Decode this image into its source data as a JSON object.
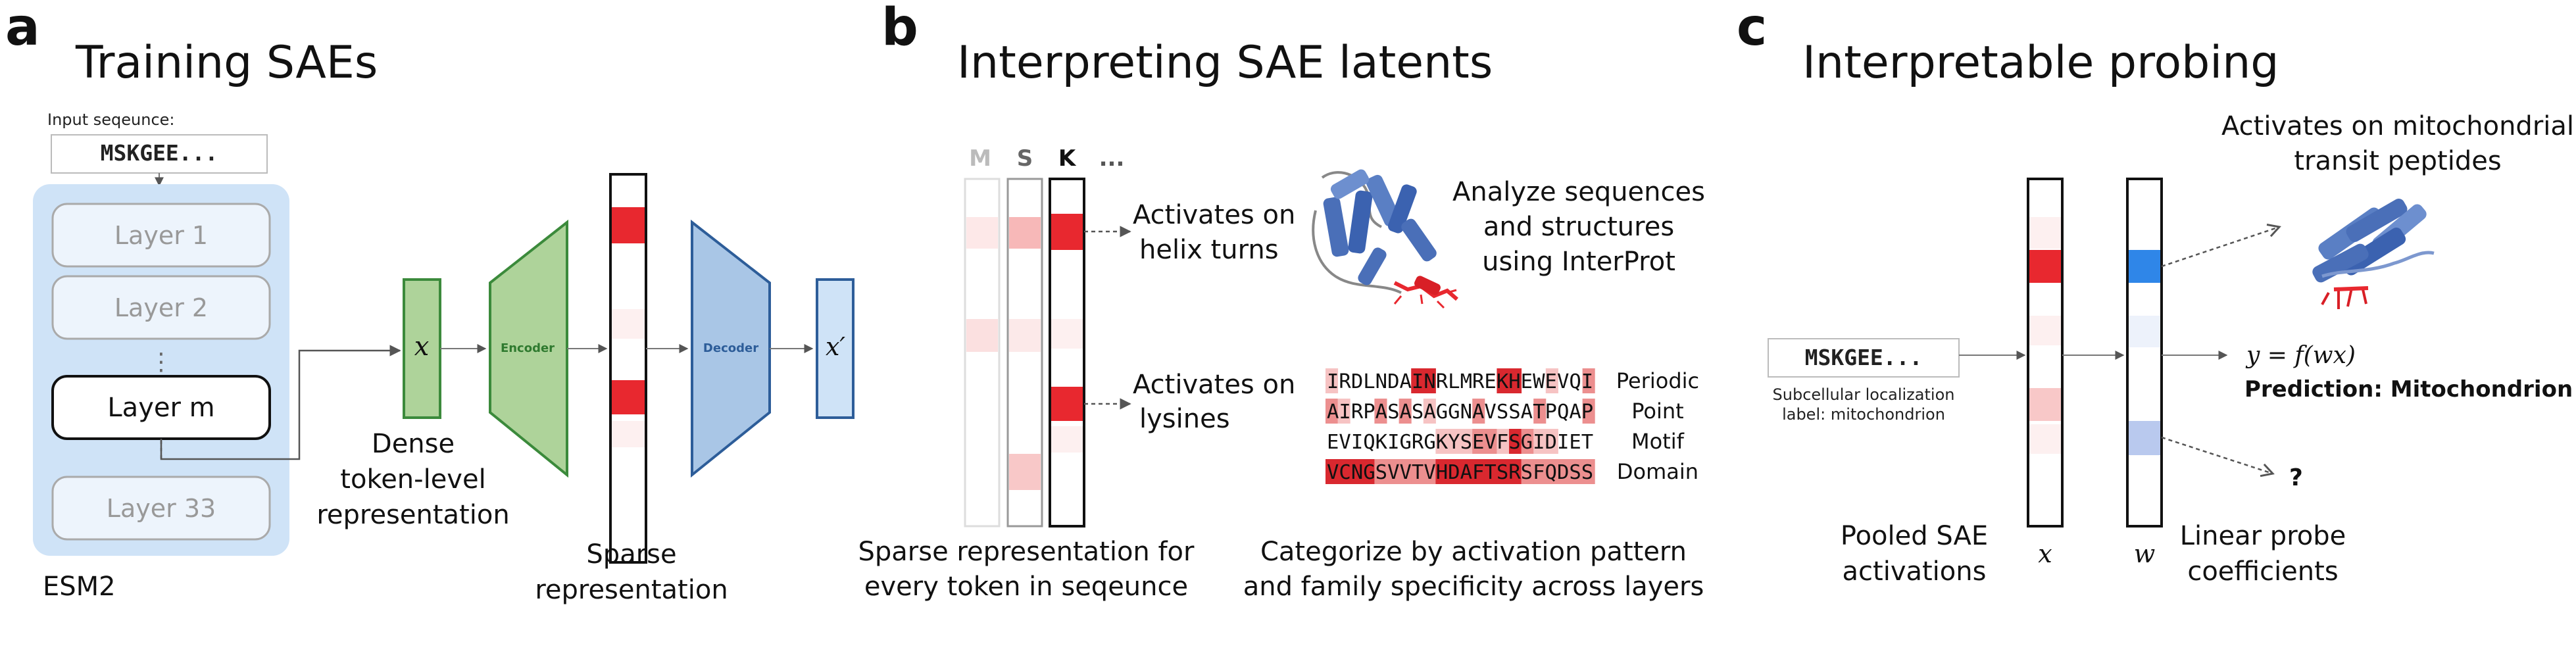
{
  "panel_a": {
    "letter": "a",
    "title": "Training SAEs",
    "input_label": "Input seqeunce:",
    "input_seq": "MSKGEE...",
    "layers": [
      "Layer 1",
      "Layer 2",
      "⋮",
      "Layer m",
      "Layer 33"
    ],
    "model_label": "ESM2",
    "x_symbol": "x",
    "encoder_label": "Encoder",
    "decoder_label": "Decoder",
    "xprime_symbol": "x′",
    "dense_label": [
      "Dense",
      "token-level",
      "representation"
    ],
    "sparse_label": [
      "Sparse",
      "representation"
    ],
    "colors": {
      "model_bg": "#cfe3f7",
      "encoder": "#aed39a",
      "decoder": "#a9c6e6",
      "active": "#e8282f"
    }
  },
  "panel_b": {
    "letter": "b",
    "title": "Interpreting SAE latents",
    "columns": [
      "M",
      "S",
      "K",
      "..."
    ],
    "helix_label": [
      "Activates on",
      "helix turns"
    ],
    "lysine_label": [
      "Activates on",
      "lysines"
    ],
    "interprot_label": [
      "Analyze sequences",
      "and structures",
      "using InterProt"
    ],
    "sequences": [
      {
        "text": "IRDLNDAINRLMREKHEWEVQI",
        "category": "Periodic"
      },
      {
        "text": "AIRPASASAGGNAVSSATPQAP",
        "category": "Point"
      },
      {
        "text": "EVIQKIGRGKYSEVFSGIDIET",
        "category": "Motif"
      },
      {
        "text": "VCNGSVVTVHDAFTSRSFQDSS",
        "category": "Domain"
      }
    ],
    "sparse_caption": [
      "Sparse representation for",
      "every token in seqeunce"
    ],
    "categorize_caption": [
      "Categorize by activation pattern",
      "and family specificity across layers"
    ]
  },
  "panel_c": {
    "letter": "c",
    "title": "Interpretable probing",
    "input_seq": "MSKGEE...",
    "localization_label": [
      "Subcellular localization",
      "label: mitochondrion"
    ],
    "mito_label": [
      "Activates on mitochondrial",
      "transit peptides"
    ],
    "equation": "y = f(wx)",
    "prediction": "Prediction: Mitochondrion",
    "question": "?",
    "x_symbol": "x",
    "w_symbol": "w",
    "pooled_label": [
      "Pooled SAE",
      "activations"
    ],
    "probe_label": [
      "Linear probe",
      "coefficients"
    ]
  }
}
